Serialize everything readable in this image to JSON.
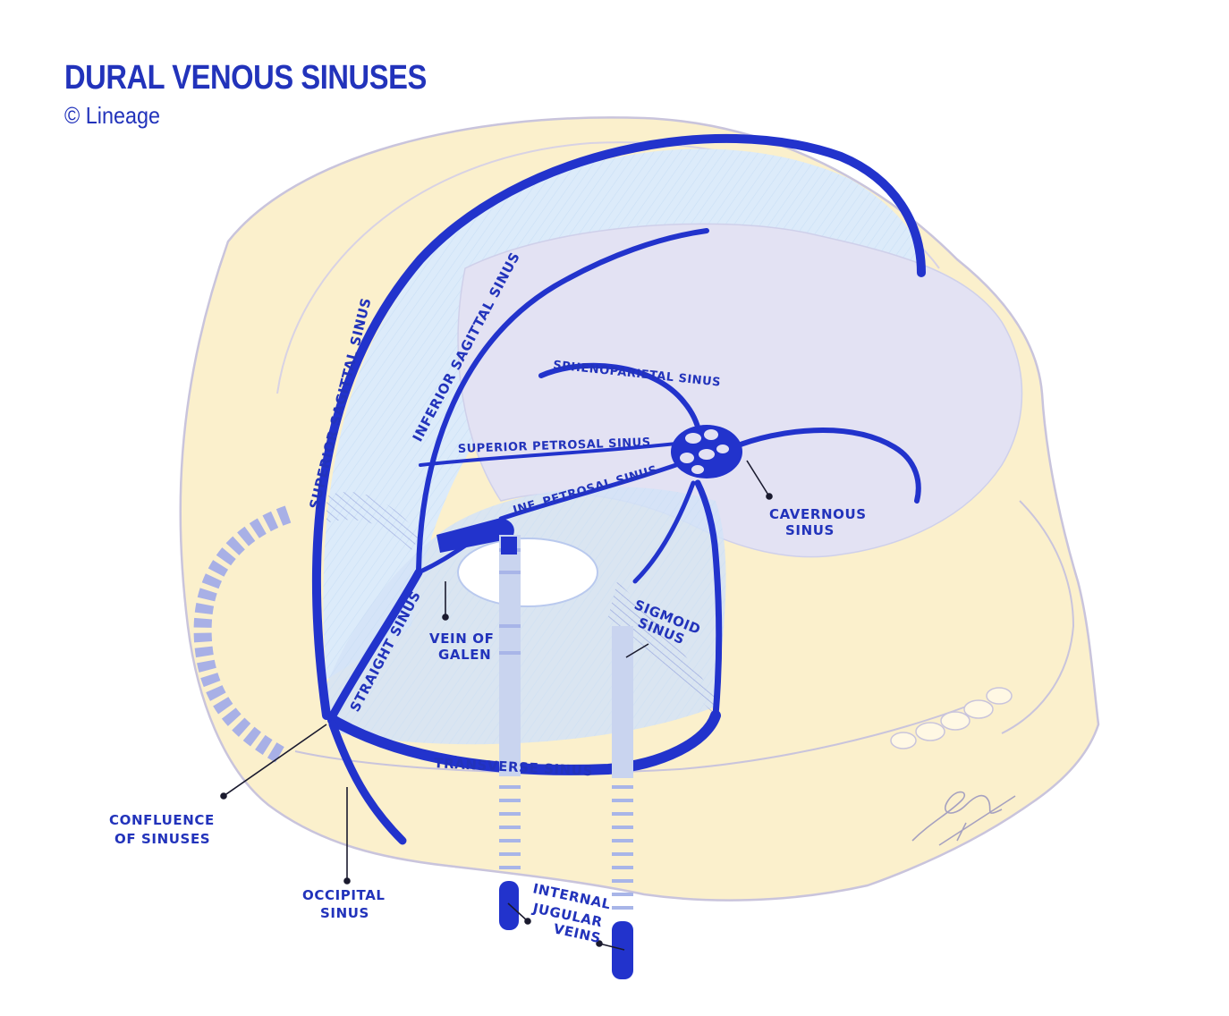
{
  "header": {
    "title": "DURAL VENOUS SINUSES",
    "credit": "© Lineage"
  },
  "colors": {
    "sinus": "#2233cc",
    "skull": "#fbf0cc",
    "skull_outline": "#c9c4dc",
    "dura_fill": "#dcebfa",
    "brain_fill": "#e3e2f3",
    "ink": "#2233bb"
  },
  "labels": {
    "superior_sagittal": "SUPERIOR SAGITTAL SINUS",
    "inferior_sagittal": "INFERIOR SAGITTAL SINUS",
    "sphenoparietal": "SPHENOPARIETAL SINUS",
    "superior_petrosal": "SUPERIOR PETROSAL SINUS",
    "inf_petrosal": "INF. PETROSAL SINUS",
    "cavernous_line1": "CAVERNOUS",
    "cavernous_line2": "SINUS",
    "straight": "STRAIGHT SINUS",
    "vein_galen_line1": "VEIN OF",
    "vein_galen_line2": "GALEN",
    "sigmoid_line1": "SIGMOID",
    "sigmoid_line2": "SINUS",
    "transverse": "TRANSVERSE SINUS",
    "confluence_line1": "CONFLUENCE",
    "confluence_line2": "OF SINUSES",
    "occipital_line1": "OCCIPITAL",
    "occipital_line2": "SINUS",
    "jugular_line1": "INTERNAL",
    "jugular_line2": "JUGULAR",
    "jugular_line3": "VEINS"
  },
  "icons": {
    "signature": "artist-signature-icon"
  }
}
